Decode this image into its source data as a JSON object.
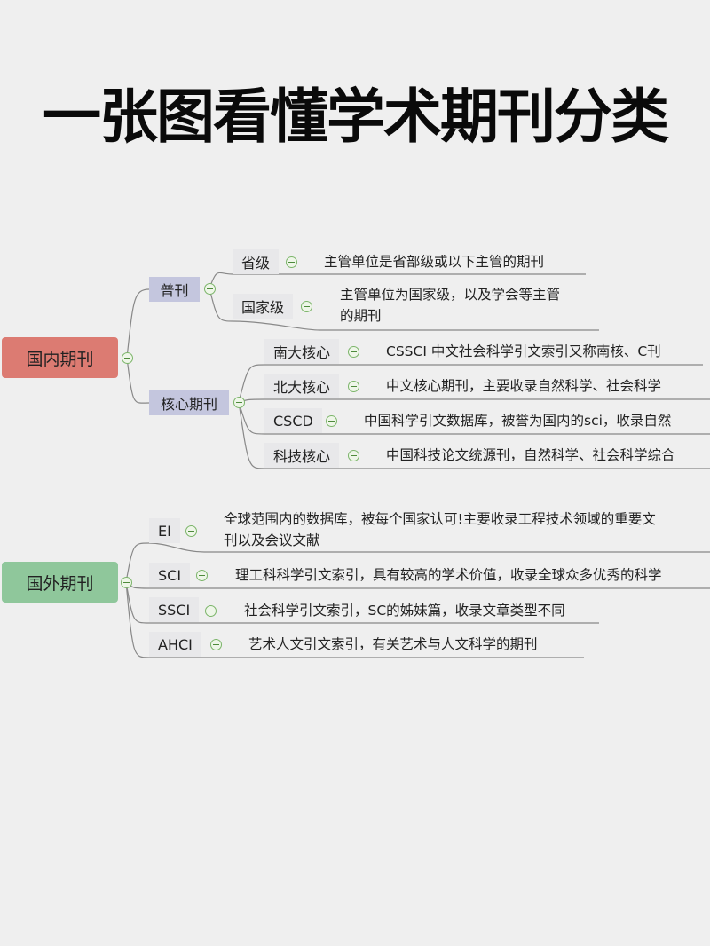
{
  "title": "一张图看懂学术期刊分类",
  "colors": {
    "domestic": "#dc7b72",
    "foreign": "#8fc79b",
    "mid": "#c4c6de"
  },
  "domestic": {
    "label": "国内期刊",
    "general": {
      "label": "普刊",
      "items": [
        {
          "label": "省级",
          "desc": [
            "主管单位是省部级或以下主管的期刊"
          ]
        },
        {
          "label": "国家级",
          "desc": [
            "主管单位为国家级，以及学会等主管",
            "的期刊"
          ]
        }
      ]
    },
    "core": {
      "label": "核心期刊",
      "items": [
        {
          "label": "南大核心",
          "desc": [
            "CSSCI 中文社会科学引文索引又称南核、C刊"
          ]
        },
        {
          "label": "北大核心",
          "desc": [
            "中文核心期刊，主要收录自然科学、社会科学"
          ]
        },
        {
          "label": "CSCD",
          "desc": [
            "中国科学引文数据库，被誉为国内的sci，收录自然"
          ]
        },
        {
          "label": "科技核心",
          "desc": [
            "中国科技论文统源刊，自然科学、社会科学综合"
          ]
        }
      ]
    }
  },
  "foreign": {
    "label": "国外期刊",
    "items": [
      {
        "label": "EI",
        "desc": [
          "全球范围内的数据库，被每个国家认可!主要收录工程技术领域的重要文",
          "刊以及会议文献"
        ]
      },
      {
        "label": "SCI",
        "desc": [
          "理工科科学引文索引，具有较高的学术价值，收录全球众多优秀的科学"
        ]
      },
      {
        "label": "SSCI",
        "desc": [
          "社会科学引文索引，SC的姊妹篇，收录文章类型不同"
        ]
      },
      {
        "label": "AHCI",
        "desc": [
          "艺术人文引文索引，有关艺术与人文科学的期刊"
        ]
      }
    ]
  }
}
